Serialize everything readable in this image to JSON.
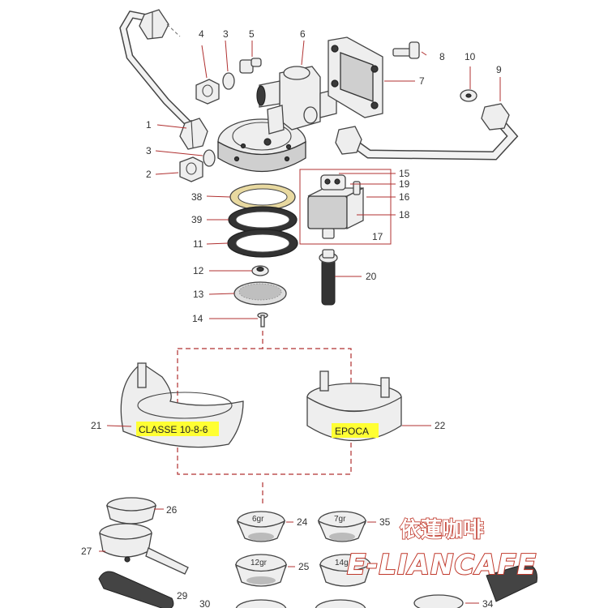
{
  "labels": {
    "l1": "1",
    "l2": "2",
    "l3a": "3",
    "l3b": "3",
    "l4": "4",
    "l5": "5",
    "l6": "6",
    "l7": "7",
    "l8": "8",
    "l9": "9",
    "l10": "10",
    "l11": "11",
    "l12": "12",
    "l13": "13",
    "l14": "14",
    "l15": "15",
    "l16": "16",
    "l17": "17",
    "l18": "18",
    "l19": "19",
    "l20": "20",
    "l21": "21",
    "l22": "22",
    "l24": "24",
    "l25": "25",
    "l26": "26",
    "l27": "27",
    "l29": "29",
    "l30": "30",
    "l34": "34",
    "l35": "35",
    "l38": "38",
    "l39": "39"
  },
  "variants": {
    "classe": "CLASSE 10-8-6",
    "epoca": "EPOCA"
  },
  "cups": {
    "c6": "6gr",
    "c7": "7gr",
    "c12": "12gr",
    "c14": "14g"
  },
  "watermark": {
    "line1": "依蓮咖啡",
    "line2": "E-LIANCAFE"
  },
  "colors": {
    "leader": "#b03030",
    "highlight": "#ffff33",
    "watermark_stroke": "#c0382b"
  }
}
